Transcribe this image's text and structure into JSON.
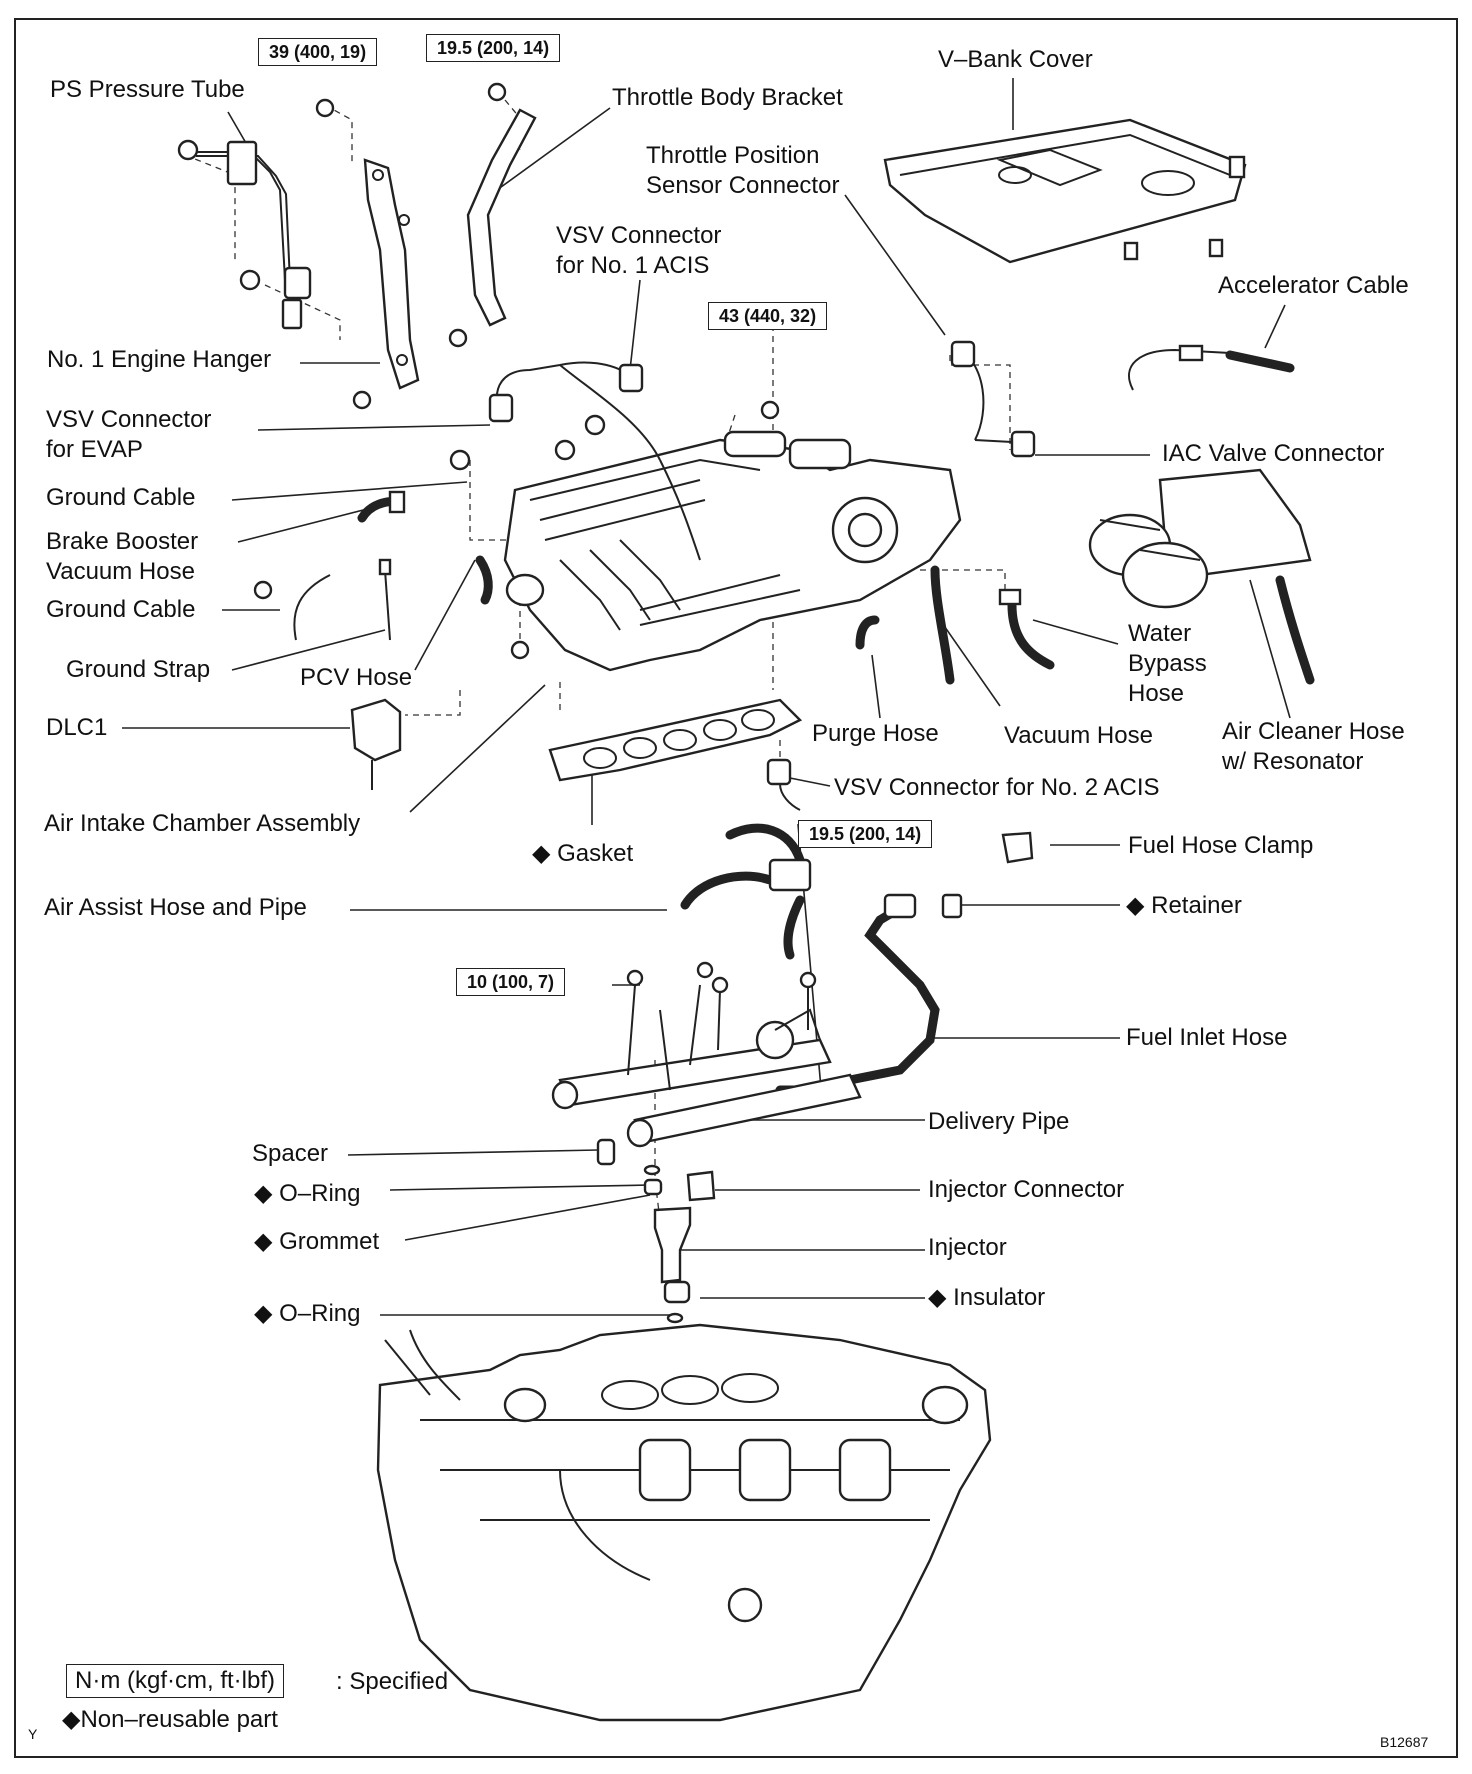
{
  "torque_specs": {
    "t1": "39 (400, 19)",
    "t2": "19.5 (200, 14)",
    "t3": "43 (440, 32)",
    "t4": "19.5 (200, 14)",
    "t5": "10 (100, 7)"
  },
  "labels": {
    "ps_pressure_tube": "PS Pressure Tube",
    "throttle_body_bracket": "Throttle Body Bracket",
    "v_bank_cover": "V–Bank Cover",
    "tps_connector_1": "Throttle Position",
    "tps_connector_2": "Sensor Connector",
    "vsv_acis1_1": "VSV Connector",
    "vsv_acis1_2": "for No. 1 ACIS",
    "accelerator_cable": "Accelerator Cable",
    "engine_hanger": "No. 1 Engine Hanger",
    "vsv_evap_1": "VSV  Connector",
    "vsv_evap_2": "for EVAP",
    "iac_valve_connector": "IAC Valve Connector",
    "ground_cable_1": "Ground Cable",
    "brake_booster_1": "Brake  Booster",
    "brake_booster_2": "Vacuum Hose",
    "ground_cable_2": "Ground Cable",
    "ground_strap": "Ground Strap",
    "pcv_hose": "PCV Hose",
    "water_bypass_1": "Water",
    "water_bypass_2": "Bypass",
    "water_bypass_3": "Hose",
    "dlc1": "DLC1",
    "purge_hose": "Purge Hose",
    "vacuum_hose": "Vacuum Hose",
    "air_cleaner_hose_1": "Air Cleaner Hose",
    "air_cleaner_hose_2": "w/ Resonator",
    "vsv_acis2": "VSV Connector for No. 2 ACIS",
    "air_intake_chamber": "Air Intake Chamber Assembly",
    "gasket": "◆ Gasket",
    "fuel_hose_clamp": "Fuel Hose Clamp",
    "air_assist_hose": "Air Assist Hose and Pipe",
    "retainer": "◆ Retainer",
    "fuel_inlet_hose": "Fuel Inlet Hose",
    "delivery_pipe": "Delivery Pipe",
    "spacer": "Spacer",
    "o_ring_1": "◆ O–Ring",
    "injector_connector": "Injector Connector",
    "grommet": "◆ Grommet",
    "injector": "Injector",
    "insulator": "◆ Insulator",
    "o_ring_2": "◆ O–Ring"
  },
  "legend": {
    "unit_box": "N·m (kgf·cm, ft·lbf)",
    "specified": ": Specified",
    "non_reusable": "◆Non–reusable part"
  },
  "corner": {
    "left_mark": "Y",
    "figure_id": "B12687"
  }
}
